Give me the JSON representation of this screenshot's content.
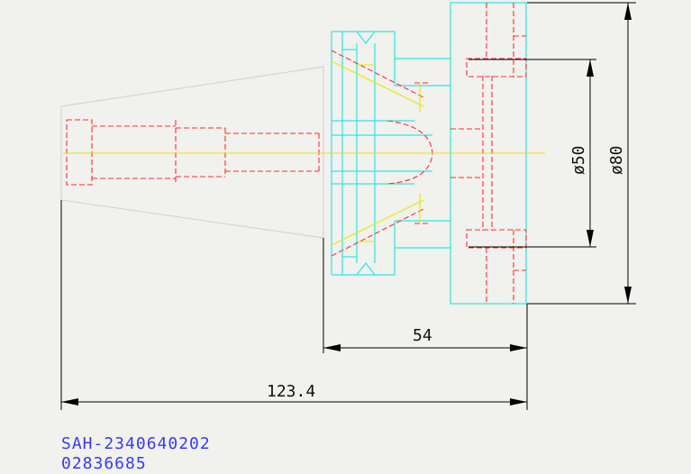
{
  "drawing": {
    "dimensions": {
      "overall_length": "123.4",
      "flange_length": "54",
      "outer_diameter": "ø80",
      "bolt_circle": "ø50"
    },
    "part_number": "SAH-2340640202",
    "order_code": "02836685"
  },
  "colors": {
    "background": "#f1f1ed",
    "outline": "#2ee6e6",
    "hidden": "#ff3030",
    "centerline": "#e8e800",
    "dimension": "#000000",
    "label": "#3a3af2"
  }
}
